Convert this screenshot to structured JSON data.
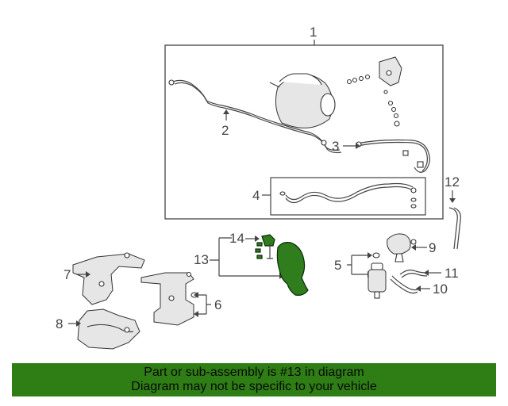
{
  "callouts": {
    "c1": "1",
    "c2": "2",
    "c3": "3",
    "c4": "4",
    "c5": "5",
    "c6": "6",
    "c7": "7",
    "c8": "8",
    "c9": "9",
    "c10": "10",
    "c11": "11",
    "c12": "12",
    "c13": "13",
    "c14": "14"
  },
  "banner": {
    "line1": "Part or sub-assembly is #13 in diagram",
    "line2": "Diagram may not be specific to your vehicle"
  },
  "colors": {
    "highlight": "#2f7d1d",
    "banner_bg": "#2e7d15"
  }
}
